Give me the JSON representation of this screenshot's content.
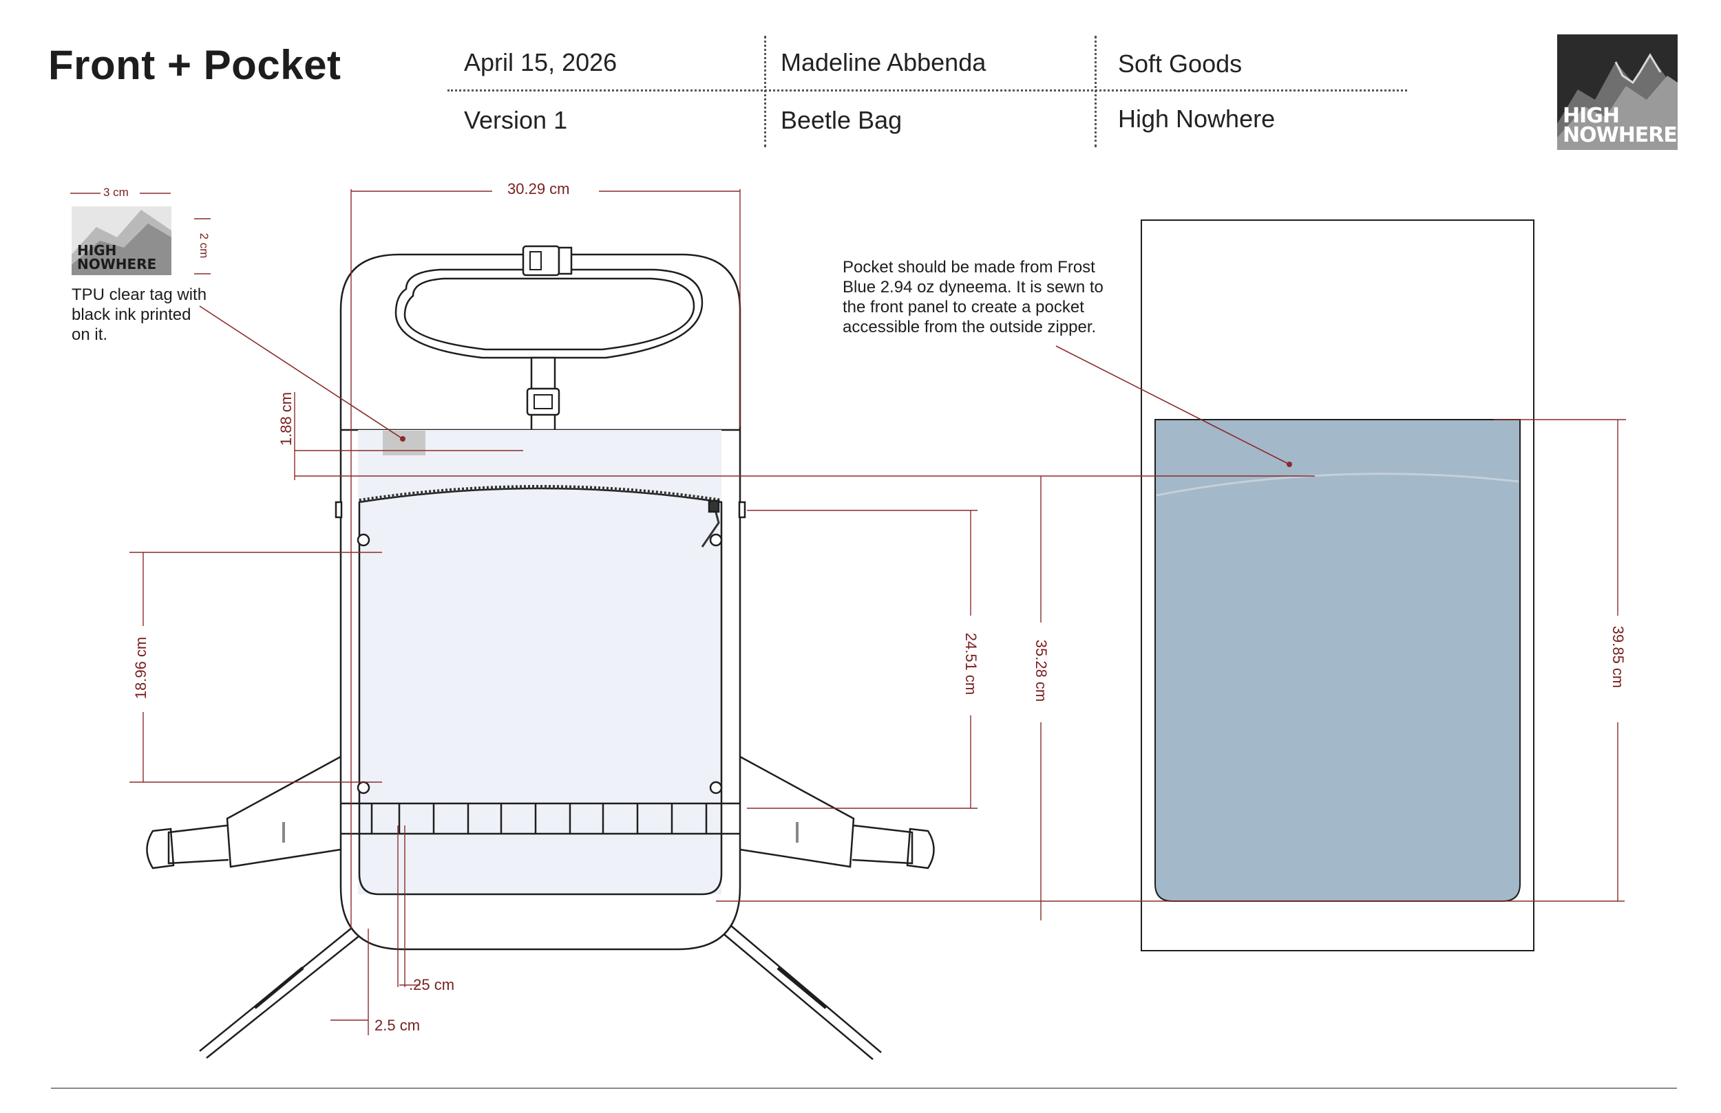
{
  "header": {
    "title": "Front + Pocket",
    "date": "April 15, 2026",
    "version": "Version 1",
    "designer": "Madeline Abbenda",
    "product": "Beetle Bag",
    "category": "Soft Goods",
    "brand": "High Nowhere"
  },
  "logo": {
    "line1": "HIGH",
    "line2": "NOWHERE"
  },
  "tag": {
    "logo_line1": "HIGH",
    "logo_line2": "NOWHERE",
    "width_label": "3 cm",
    "height_label": "2 cm",
    "note": "TPU clear tag with black ink printed on it."
  },
  "pocket_note": "Pocket should be made from Frost Blue 2.94 oz dyneema. It is sewn to the front panel to create a pocket accessible from the outside zipper.",
  "dimensions": {
    "width": "30.29 cm",
    "tag_offset": "1.88 cm",
    "side_height": "18.96 cm",
    "pocket_height": "24.51 cm",
    "panel_height": "35.28 cm",
    "pocket_full_height": "39.85 cm",
    "seam": ".25 cm",
    "edge": "2.5 cm"
  },
  "colors": {
    "accent": "#8b2a2a",
    "pocket_fill": "#a3b8c8",
    "panel_fill": "#eef1f7",
    "outline": "#1e1e1e"
  }
}
